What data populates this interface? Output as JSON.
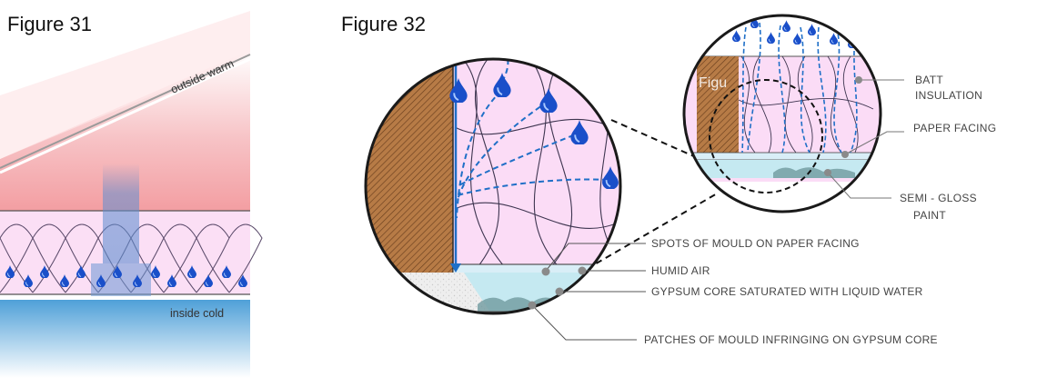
{
  "figure31": {
    "title": "Figure 31",
    "outside_label": "outside warm",
    "inside_label": "inside cold"
  },
  "figure32": {
    "title": "Figure 32",
    "ghost_title": "Figu",
    "callouts_left": [
      "SPOTS OF MOULD ON PAPER FACING",
      "HUMID AIR",
      "GYPSUM CORE SATURATED WITH LIQUID WATER",
      "PATCHES OF MOULD INFRINGING ON GYPSUM CORE"
    ],
    "callouts_right": {
      "batt_line1": "BATT",
      "batt_line2": "INSULATION",
      "paper_facing": "PAPER FACING",
      "paint_line1": "SEMI - GLOSS",
      "paint_line2": "PAINT"
    }
  },
  "colors": {
    "warm": "#f6a5a8",
    "cold": "#6baedd",
    "insulation": "#f9dcf3",
    "wood": "#b87d4b",
    "droplet": "#1a4fc9",
    "flow": "#1f6fc7",
    "gypsum": "#bfe6ee"
  }
}
